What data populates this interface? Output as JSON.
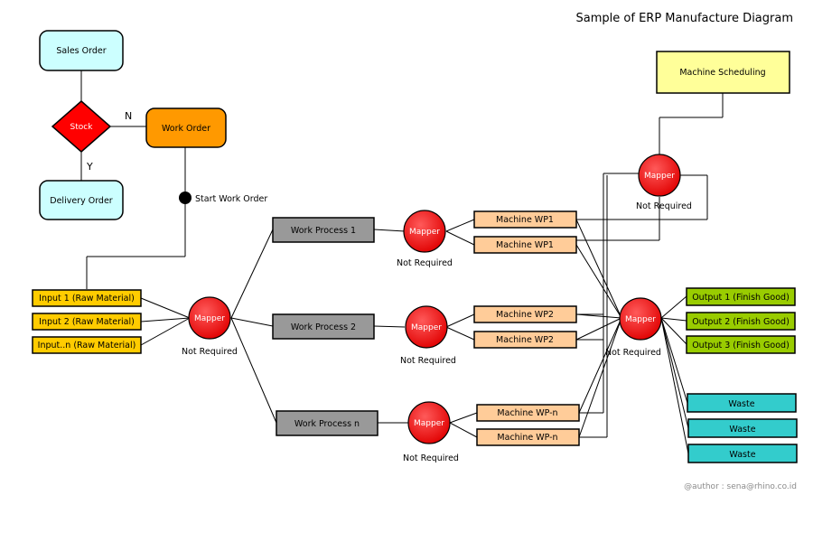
{
  "title": "Sample of ERP Manufacture Diagram",
  "author": "@author : sena@rhino.co.id",
  "colors": {
    "order_fill": "#ccffff",
    "work_order_fill": "#ff9900",
    "decision_fill": "#ff0000",
    "input_fill": "#ffcc00",
    "process_fill": "#999999",
    "machine_fill": "#ffcc99",
    "scheduling_fill": "#ffff99",
    "output_fill": "#99cc00",
    "waste_fill": "#33cccc",
    "mapper_fill": "#ff0000"
  },
  "nodes": {
    "sales_order": "Sales Order",
    "stock": "Stock",
    "work_order": "Work Order",
    "delivery_order": "Delivery Order",
    "start_work_order": "Start Work Order",
    "edge_n": "N",
    "edge_y": "Y",
    "inputs": [
      "Input 1 (Raw Material)",
      "Input 2 (Raw Material)",
      "Input..n (Raw Material)"
    ],
    "work_processes": [
      "Work Process 1",
      "Work Process 2",
      "Work Process n"
    ],
    "machines": [
      "Machine WP1",
      "Machine WP1",
      "Machine WP2",
      "Machine WP2",
      "Machine WP-n",
      "Machine WP-n"
    ],
    "machine_scheduling": "Machine Scheduling",
    "outputs": [
      "Output 1 (Finish Good)",
      "Output 2 (Finish Good)",
      "Output 3 (Finish Good)"
    ],
    "wastes": [
      "Waste",
      "Waste",
      "Waste"
    ],
    "mapper_label": "Mapper",
    "not_required": "Not Required"
  }
}
